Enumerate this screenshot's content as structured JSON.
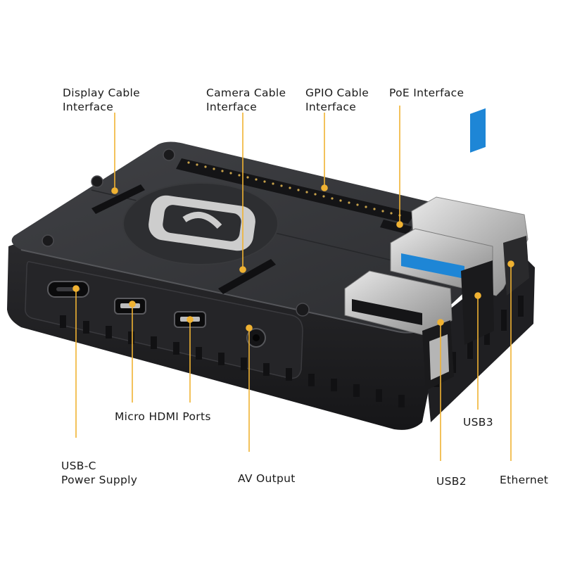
{
  "labels": {
    "display_cable": "Display Cable\nInterface",
    "camera_cable": "Camera Cable\nInterface",
    "gpio_cable": "GPIO Cable\nInterface",
    "poe": "PoE Interface",
    "micro_hdmi": "Micro HDMI Ports",
    "usb_c": "USB-C\nPower Supply",
    "av_output": "AV Output",
    "usb3": "USB3",
    "usb2": "USB2",
    "ethernet": "Ethernet"
  },
  "colors": {
    "case": "#2b2c2f",
    "case_top": "#3a3b3f",
    "case_dark": "#1c1c1e",
    "leader_line": "#f0b232",
    "usb3_blue": "#1e86d6",
    "metal": "#c9c9c9",
    "label_text": "#1a1a1a"
  }
}
